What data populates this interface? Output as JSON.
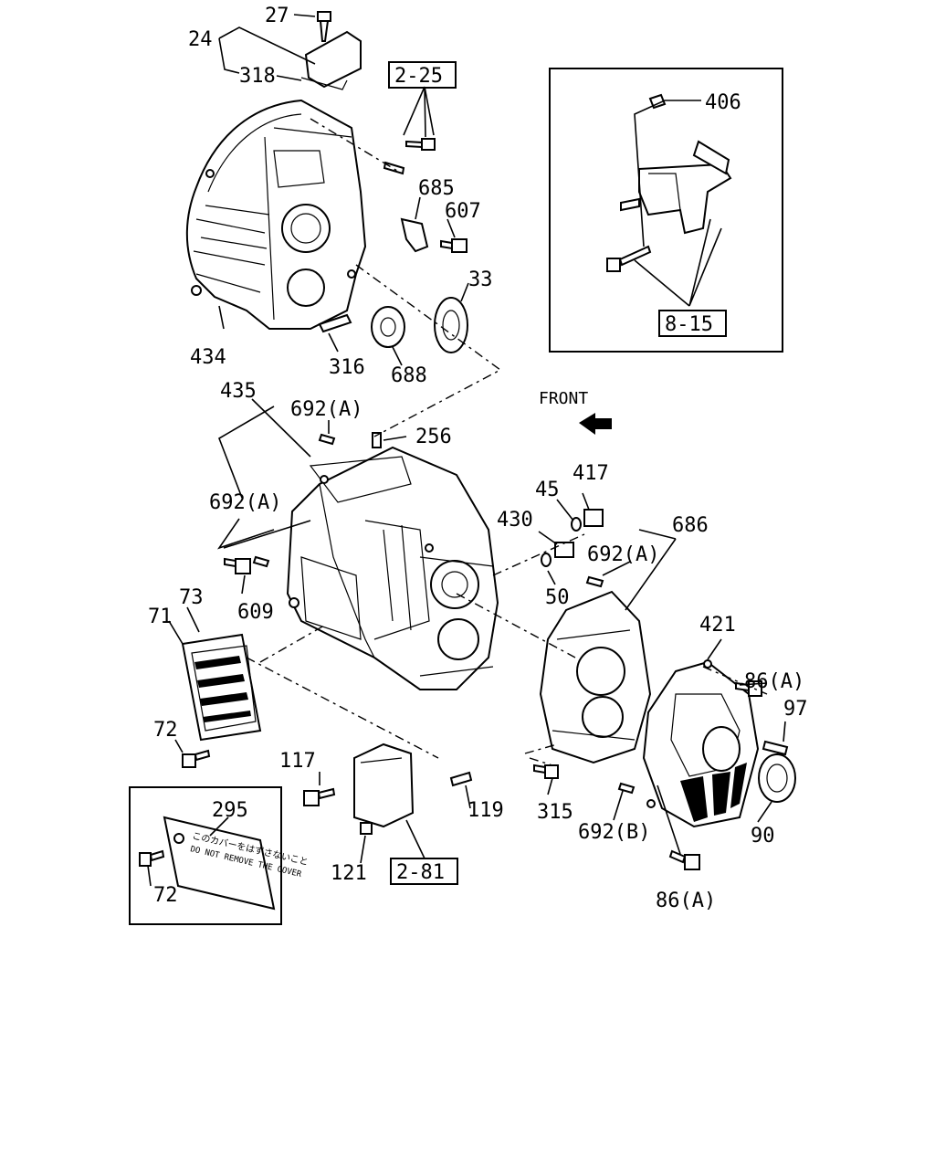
{
  "callouts": {
    "p27": "27",
    "p24": "24",
    "p318": "318",
    "ref_2_25": "2-25",
    "p685": "685",
    "p607": "607",
    "p33": "33",
    "p434": "434",
    "p316": "316",
    "p688": "688",
    "p435": "435",
    "p692a_1": "692(A)",
    "p256": "256",
    "p692a_2": "692(A)",
    "p609": "609",
    "p73": "73",
    "p71": "71",
    "p72_1": "72",
    "p45": "45",
    "p417": "417",
    "p430": "430",
    "p686": "686",
    "p692a_3": "692(A)",
    "p50": "50",
    "p421": "421",
    "p86a_1": "86(A)",
    "p97": "97",
    "p117": "117",
    "p119": "119",
    "p315": "315",
    "p692b": "692(B)",
    "p90": "90",
    "p121": "121",
    "ref_2_81": "2-81",
    "p86a_2": "86(A)",
    "p295": "295",
    "p72_2": "72",
    "p406": "406",
    "ref_8_15": "8-15"
  },
  "front_label": "FRONT",
  "decal": {
    "jp_text": "このカバーをはずさないこと",
    "en_text": "DO NOT REMOVE THE COVER"
  }
}
